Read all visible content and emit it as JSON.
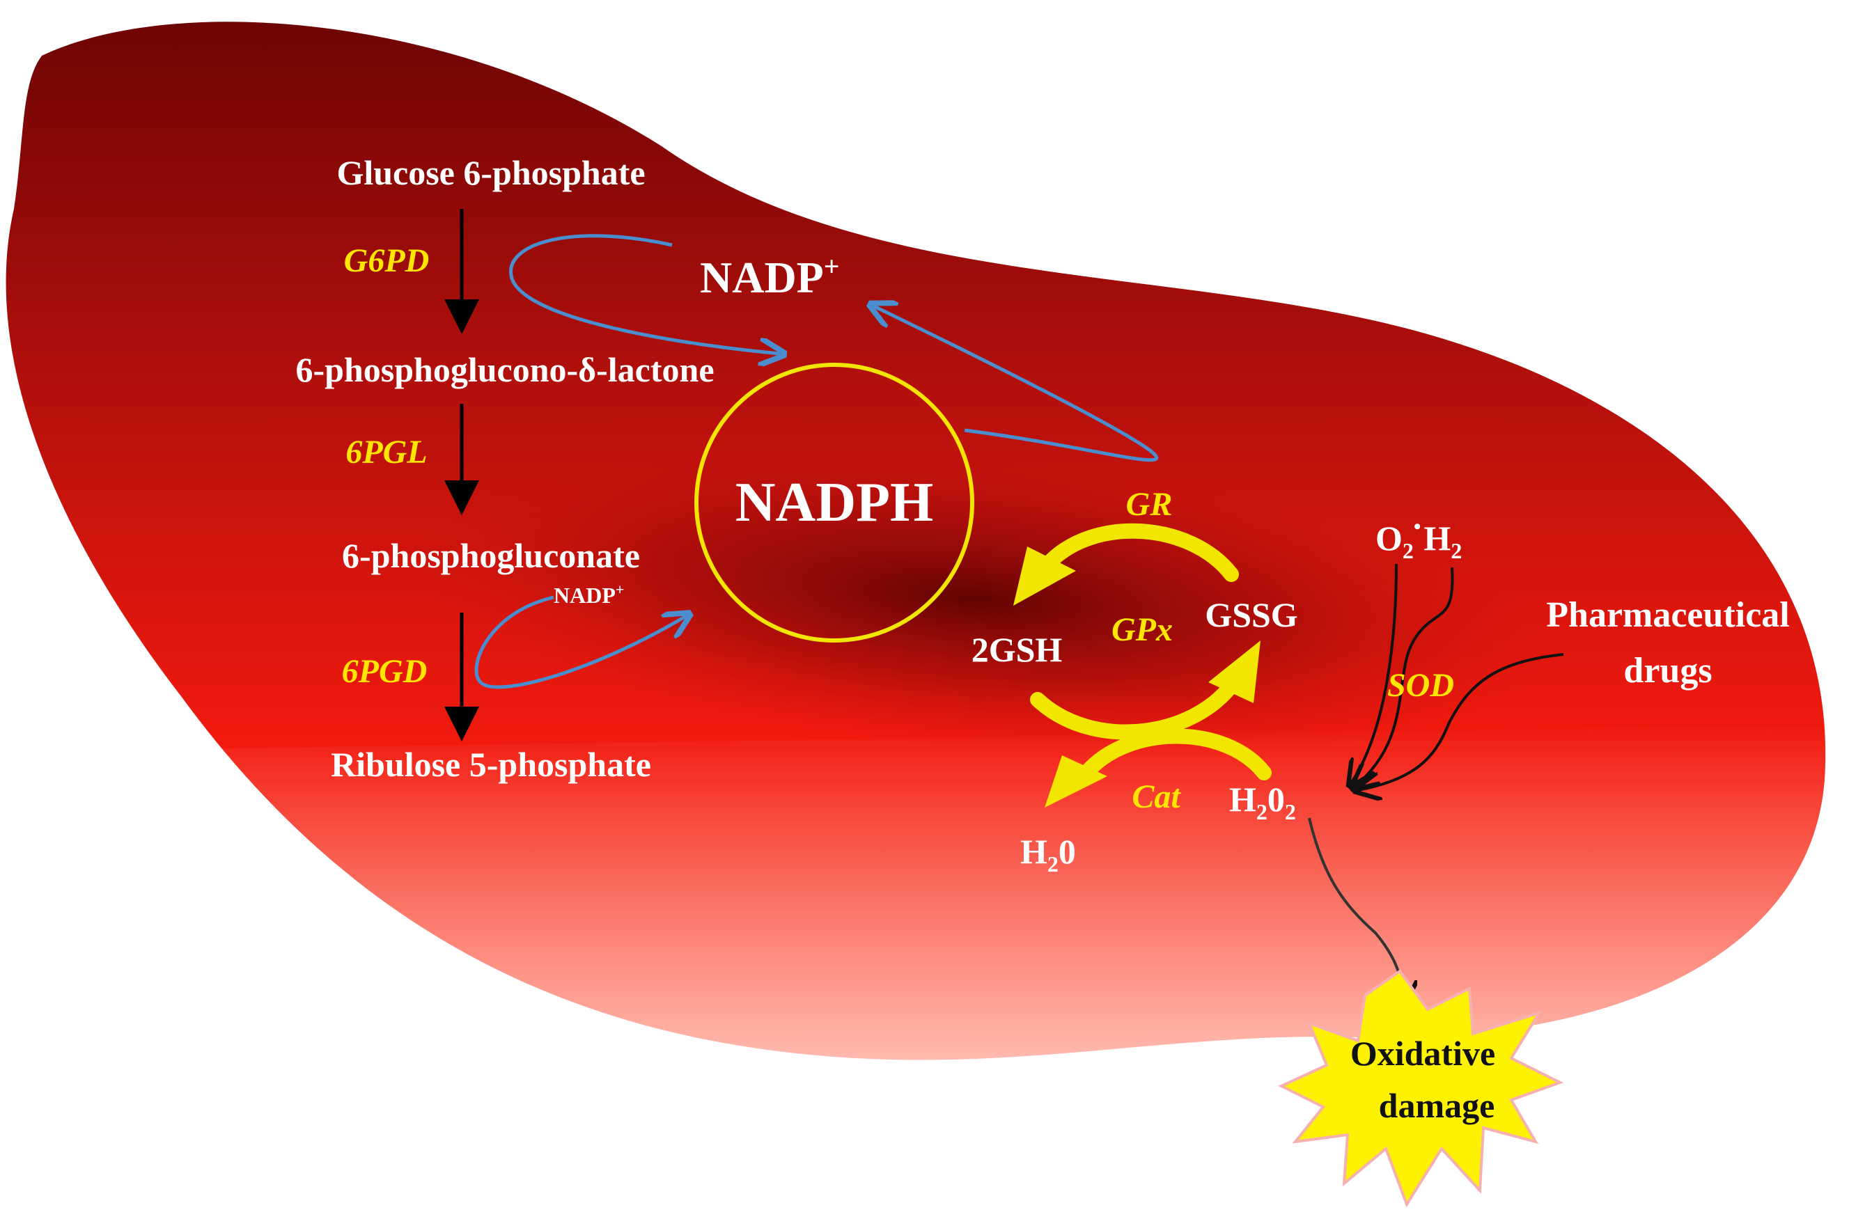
{
  "colors": {
    "cell_dark": "#7a0606",
    "cell_mid": "#c8140f",
    "cell_light": "#ff2a10",
    "enzyme_label": "#ffe600",
    "recycle_arrow": "#4a8ed0",
    "yellow_cycle": "#f2e600",
    "burst_fill": "#fff200",
    "burst_stroke": "#f7b0b0"
  },
  "pathway": {
    "glucose6p": "Glucose 6-phosphate",
    "g6pd": "G6PD",
    "lactone": "6-phosphoglucono-δ-lactone",
    "pgl": "6PGL",
    "gluconate": "6-phosphogluconate",
    "pgd": "6PGD",
    "ribulose5p": "Ribulose 5-phosphate"
  },
  "cofactors": {
    "nadp_main": "NADP",
    "nadp_main_sup": "+",
    "nadp_small": "NADP",
    "nadp_small_sup": "+",
    "nadph": "NADPH"
  },
  "glutathione": {
    "gr": "GR",
    "gpx": "GPx",
    "gsh": "2GSH",
    "gssg": "GSSG",
    "cat": "Cat",
    "sod": "SOD",
    "h2o2_h": "H",
    "h2o2_sub1": "2",
    "h2o2_o": "0",
    "h2o2_sub2": "2",
    "h2o_h": "H",
    "h2o_sub": "2",
    "h2o_o": "0",
    "o2_o": "O",
    "o2_sub": "2",
    "o2_dot": "•",
    "o2_h": "H",
    "o2_hsub": "2"
  },
  "inputs": {
    "drugs_line1": "Pharmaceutical",
    "drugs_line2": "drugs"
  },
  "damage": {
    "line1": "Oxidative",
    "line2": "damage"
  }
}
